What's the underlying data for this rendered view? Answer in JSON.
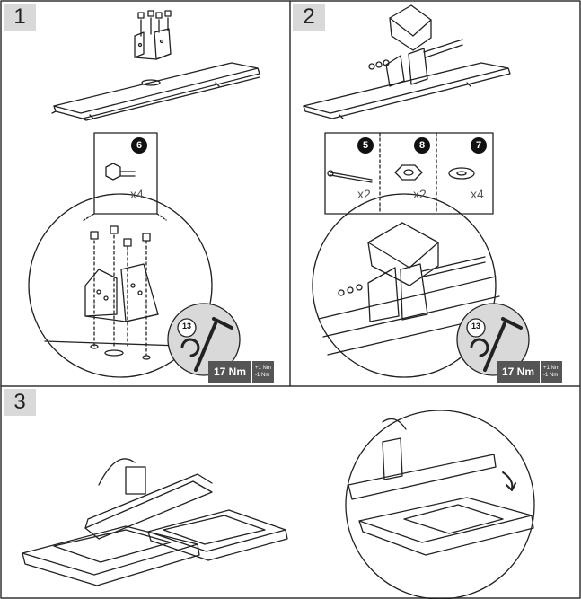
{
  "steps": [
    {
      "number": "1"
    },
    {
      "number": "2"
    },
    {
      "number": "3"
    }
  ],
  "parts": {
    "step1": [
      {
        "badge": "6",
        "qty": "x4"
      }
    ],
    "step2": [
      {
        "badge": "5",
        "qty": "x2"
      },
      {
        "badge": "8",
        "qty": "x2"
      },
      {
        "badge": "7",
        "qty": "x4"
      }
    ]
  },
  "tool": {
    "socket_size": "13",
    "torque": "17 Nm",
    "tol_plus": "+1 Nm",
    "tol_minus": "-1 Nm"
  }
}
